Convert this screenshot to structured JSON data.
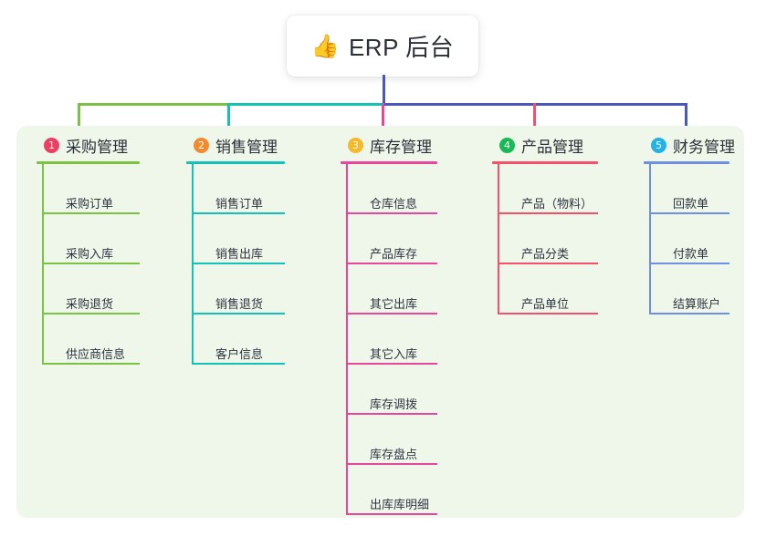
{
  "canvas": {
    "background": "#ffffff",
    "panel_background": "#eef7ea"
  },
  "root": {
    "emoji": "👍",
    "emoji_name": "thumbs-up-icon",
    "title": "ERP 后台",
    "stem_color": "#4a56c0"
  },
  "connector": {
    "segments": [
      {
        "name": "segment-purchasing",
        "color": "#7cc242"
      },
      {
        "name": "segment-sales",
        "color": "#13c2b5"
      },
      {
        "name": "segment-trunk",
        "color": "#4a56c0"
      }
    ]
  },
  "columns": [
    {
      "index": "1",
      "title": "采购管理",
      "badge_color": "#ec3f63",
      "line_color": "#7cc242",
      "drop_color": "#7cc242",
      "items": [
        "采购订单",
        "采购入库",
        "采购退货",
        "供应商信息"
      ]
    },
    {
      "index": "2",
      "title": "销售管理",
      "badge_color": "#f28a2e",
      "line_color": "#13c2b5",
      "drop_color": "#13c2b5",
      "items": [
        "销售订单",
        "销售出库",
        "销售退货",
        "客户信息"
      ]
    },
    {
      "index": "3",
      "title": "库存管理",
      "badge_color": "#f5b92b",
      "line_color": "#e8469a",
      "drop_color": "#e8469a",
      "items": [
        "仓库信息",
        "产品库存",
        "其它出库",
        "其它入库",
        "库存调拨",
        "库存盘点",
        "出库库明细"
      ]
    },
    {
      "index": "4",
      "title": "产品管理",
      "badge_color": "#19b955",
      "line_color": "#f4506a",
      "drop_color": "#f4506a",
      "items": [
        "产品（物料）",
        "产品分类",
        "产品单位"
      ]
    },
    {
      "index": "5",
      "title": "财务管理",
      "badge_color": "#22b2e8",
      "line_color": "#6f8fe0",
      "drop_color": "#4a56c0",
      "items": [
        "回款单",
        "付款单",
        "结算账户"
      ]
    }
  ]
}
